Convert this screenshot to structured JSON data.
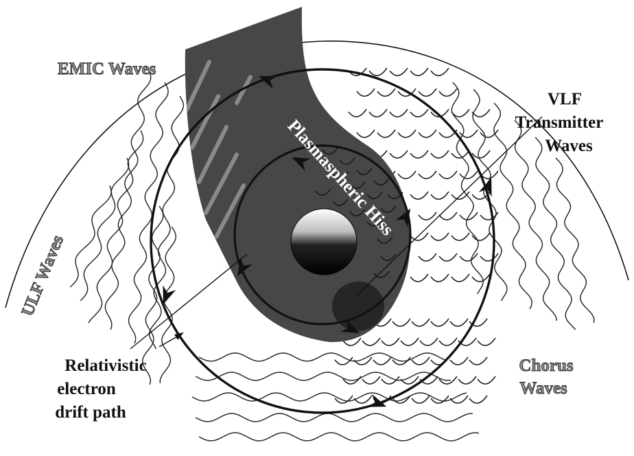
{
  "labels": {
    "emic": "EMIC Waves",
    "ulf": "ULF Waves",
    "vlf_line1": "VLF",
    "vlf_line2": "Transmitter",
    "vlf_line3": "Waves",
    "hiss": "Plasmaspheric Hiss",
    "electron_line1": "Relativistic",
    "electron_line2": "electron",
    "electron_line3": "drift path",
    "chorus_line1": "Chorus",
    "chorus_line2": "Waves"
  },
  "colors": {
    "plasmasphere": "#474747",
    "plume_streaks": "#8a8a8a",
    "wave_lines": "#2a2a2a",
    "outline_label_fill": "#8c8c8c",
    "drift_path": "#111111"
  },
  "icons": {
    "earth": "earth-sphere-icon",
    "arrows": "direction-arrow-icon"
  }
}
